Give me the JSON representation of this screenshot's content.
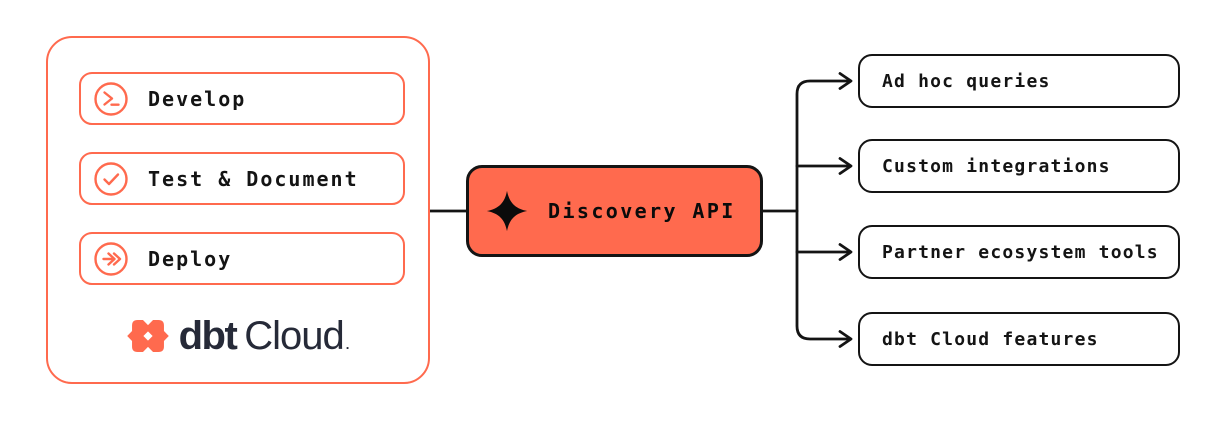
{
  "colors": {
    "coral": "#FF6A4E",
    "line_black": "#141414",
    "logo_navy": "#262A38",
    "background": "#FFFFFF"
  },
  "left_panel": {
    "name": "dbt Cloud",
    "stages": [
      {
        "label": "Develop",
        "icon": "terminal-prompt-icon"
      },
      {
        "label": "Test & Document",
        "icon": "check-circle-icon"
      },
      {
        "label": "Deploy",
        "icon": "fast-forward-arrow-icon"
      }
    ],
    "logo": {
      "icon": "dbt-logo-mark",
      "bold_text": "dbt",
      "regular_text": "Cloud",
      "trademark": "."
    }
  },
  "center": {
    "label": "Discovery API",
    "icon": "four-point-star-icon"
  },
  "outputs": [
    {
      "label": "Ad hoc queries"
    },
    {
      "label": "Custom integrations"
    },
    {
      "label": "Partner ecosystem tools"
    },
    {
      "label": "dbt Cloud features"
    }
  ]
}
